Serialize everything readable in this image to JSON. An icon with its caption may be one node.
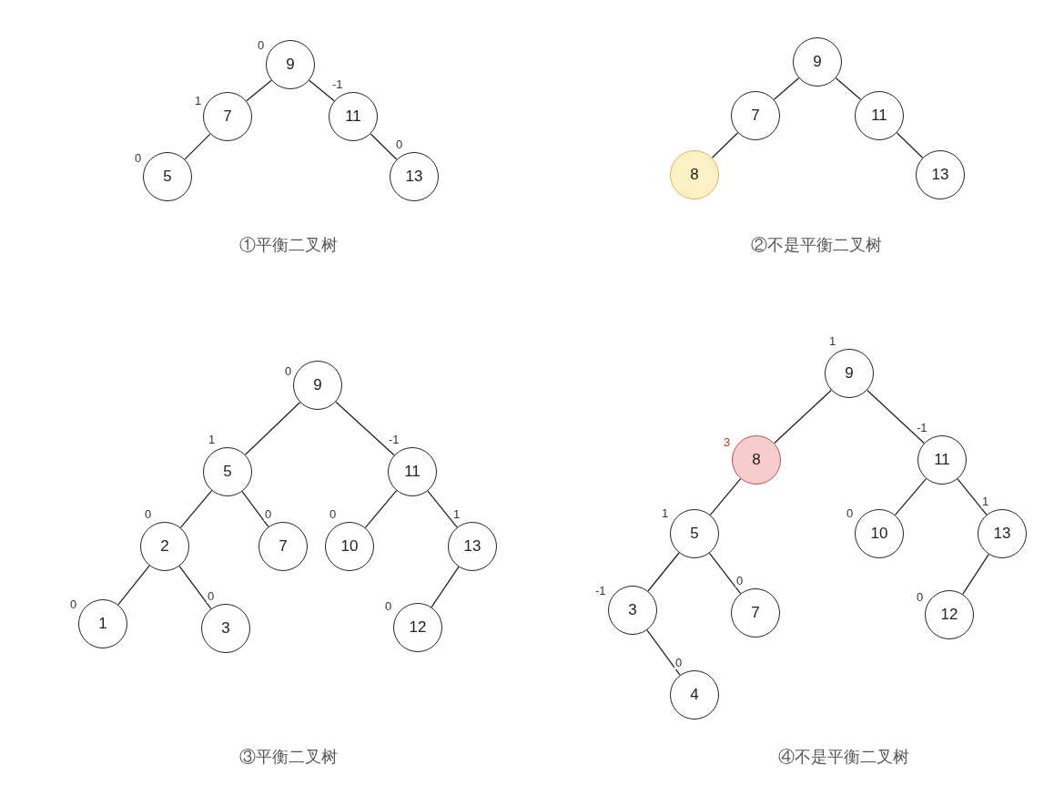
{
  "diagram": {
    "nodes": [
      {
        "text": [
          "9"
        ],
        "beside": [
          "0"
        ]
      },
      {
        "text": [
          "7"
        ],
        "beside": [
          "1"
        ]
      },
      {
        "text": [
          "11"
        ],
        "beside": [
          "-1"
        ]
      },
      {
        "text": [
          "5"
        ],
        "beside": [
          "0"
        ]
      },
      {
        "text": [
          "13"
        ],
        "beside": [
          "0"
        ]
      },
      {
        "text": [
          "9"
        ]
      },
      {
        "text": [
          "7"
        ]
      },
      {
        "text": [
          "11"
        ]
      },
      {
        "text": [
          "8"
        ]
      },
      {
        "text": [
          "13"
        ]
      },
      {
        "text": [
          "9"
        ],
        "beside": [
          "0"
        ]
      },
      {
        "text": [
          "5"
        ],
        "beside": [
          "1"
        ]
      },
      {
        "text": [
          "11"
        ],
        "beside": [
          "-1"
        ]
      },
      {
        "text": [
          "2"
        ],
        "beside": [
          "0"
        ]
      },
      {
        "text": [
          "7"
        ],
        "beside": [
          "0"
        ]
      },
      {
        "text": [
          "10"
        ],
        "beside": [
          "0"
        ]
      },
      {
        "text": [
          "13"
        ],
        "beside": [
          "1"
        ]
      },
      {
        "text": [
          "1"
        ],
        "beside": [
          "0"
        ]
      },
      {
        "text": [
          "3"
        ],
        "beside": [
          "0"
        ]
      },
      {
        "text": [
          "12"
        ],
        "beside": [
          "0"
        ]
      },
      {
        "text": [
          "9"
        ],
        "beside": [
          "1"
        ]
      },
      {
        "text": [
          "8"
        ],
        "beside": [
          "3"
        ]
      },
      {
        "text": [
          "11"
        ],
        "beside": [
          "-1"
        ]
      },
      {
        "text": [
          "5"
        ],
        "beside": [
          "1"
        ]
      },
      {
        "text": [
          "10"
        ],
        "beside": [
          "0"
        ]
      },
      {
        "text": [
          "13"
        ],
        "beside": [
          "1"
        ]
      },
      {
        "text": [
          "3"
        ],
        "beside": [
          "-1"
        ]
      },
      {
        "text": [
          "7"
        ],
        "beside": [
          "0"
        ]
      },
      {
        "text": [
          "12"
        ],
        "beside": [
          "0"
        ]
      },
      {
        "text": [
          "4"
        ],
        "beside": [
          "0"
        ]
      }
    ],
    "edges": [
      {
        "from": 0,
        "to": 1,
        "arrow": "none"
      },
      {
        "from": 0,
        "to": 2,
        "arrow": "none"
      },
      {
        "from": 1,
        "to": 3,
        "arrow": "none"
      },
      {
        "from": 2,
        "to": 4,
        "arrow": "none"
      },
      {
        "from": 5,
        "to": 6,
        "arrow": "none"
      },
      {
        "from": 5,
        "to": 7,
        "arrow": "none"
      },
      {
        "from": 6,
        "to": 8,
        "arrow": "none"
      },
      {
        "from": 7,
        "to": 9,
        "arrow": "none"
      },
      {
        "from": 10,
        "to": 11,
        "arrow": "none"
      },
      {
        "from": 10,
        "to": 12,
        "arrow": "none"
      },
      {
        "from": 11,
        "to": 13,
        "arrow": "none"
      },
      {
        "from": 11,
        "to": 14,
        "arrow": "none"
      },
      {
        "from": 12,
        "to": 15,
        "arrow": "none"
      },
      {
        "from": 12,
        "to": 16,
        "arrow": "none"
      },
      {
        "from": 13,
        "to": 17,
        "arrow": "none"
      },
      {
        "from": 13,
        "to": 18,
        "arrow": "none"
      },
      {
        "from": 16,
        "to": 19,
        "arrow": "none"
      },
      {
        "from": 20,
        "to": 21,
        "arrow": "none"
      },
      {
        "from": 20,
        "to": 22,
        "arrow": "none"
      },
      {
        "from": 21,
        "to": 23,
        "arrow": "none"
      },
      {
        "from": 22,
        "to": 24,
        "arrow": "none"
      },
      {
        "from": 22,
        "to": 25,
        "arrow": "none"
      },
      {
        "from": 23,
        "to": 26,
        "arrow": "none"
      },
      {
        "from": 23,
        "to": 27,
        "arrow": "none"
      },
      {
        "from": 25,
        "to": 28,
        "arrow": "none"
      },
      {
        "from": 26,
        "to": 29,
        "arrow": "none"
      }
    ],
    "labels": [
      "①平衡二叉树",
      "②不是平衡二叉树",
      "③平衡二叉树",
      "④不是平衡二叉树"
    ]
  }
}
